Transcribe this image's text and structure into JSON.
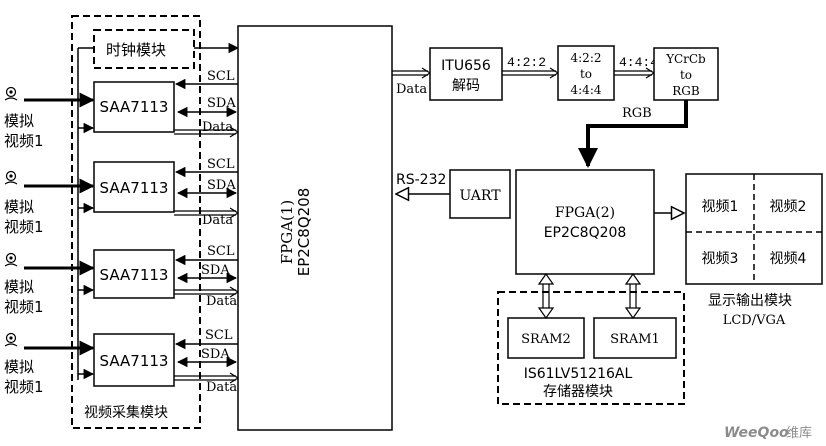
{
  "clock_module": "时钟模块",
  "video_in": [
    {
      "line1": "模拟",
      "line2": "视频1"
    },
    {
      "line1": "模拟",
      "line2": "视频1"
    },
    {
      "line1": "模拟",
      "line2": "视频1"
    },
    {
      "line1": "模拟",
      "line2": "视频1"
    }
  ],
  "decoders": [
    {
      "chip": "SAA7113",
      "scl": "SCL",
      "sda": "SDA",
      "data": "Data"
    },
    {
      "chip": "SAA7113",
      "scl": "SCL",
      "sda": "SDA",
      "data": "Data"
    },
    {
      "chip": "SAA7113",
      "scl": "SCL",
      "sda": "SDA",
      "data": "Data"
    },
    {
      "chip": "SAA7113",
      "scl": "SCL",
      "sda": "SDA",
      "data": "Data"
    }
  ],
  "capture_module": "视频采集模块",
  "fpga1": {
    "line1": "FPGA(1)",
    "line2": "EP2C8Q208"
  },
  "data_out": "Data",
  "itu656": {
    "line1": "ITU656",
    "line2": "解码"
  },
  "fmt_422": "4:2:2",
  "converter": {
    "line1": "4:2:2",
    "line2": "to",
    "line3": "4:4:4"
  },
  "fmt_444": "4:4:4",
  "ycrcb": {
    "line1": "YCrCb",
    "line2": "to",
    "line3": "RGB"
  },
  "rgb": "RGB",
  "rs232": "RS-232",
  "uart": "UART",
  "fpga2": {
    "line1": "FPGA(2)",
    "line2": "EP2C8Q208"
  },
  "display_cells": [
    "视频1",
    "视频2",
    "视频3",
    "视频4"
  ],
  "display_caption": {
    "line1": "显示输出模块",
    "line2": "LCD/VGA"
  },
  "sram": [
    "SRAM2",
    "SRAM1"
  ],
  "memory_caption": {
    "line1": "IS61LV51216AL",
    "line2": "存储器模块"
  },
  "watermark": {
    "brand": "WeeQoo",
    "suffix": "维库"
  }
}
